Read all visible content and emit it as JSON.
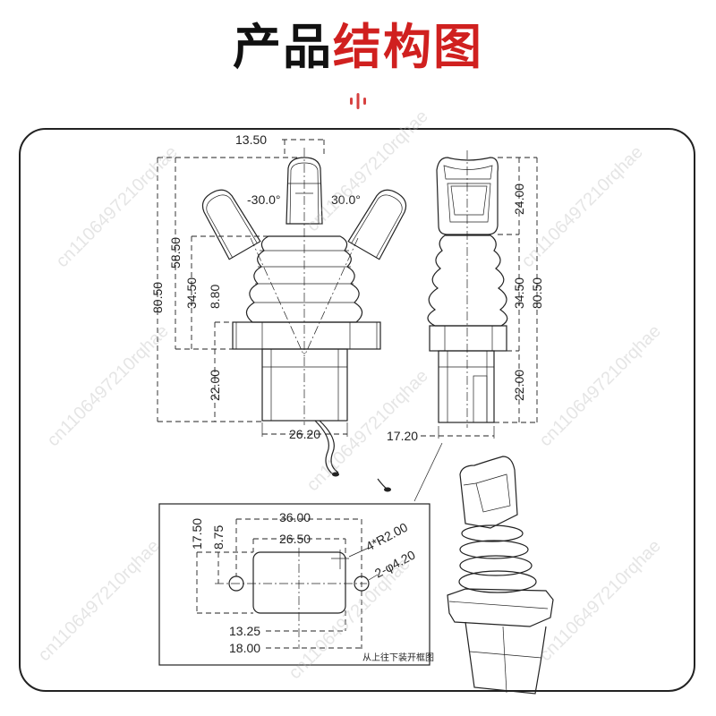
{
  "header": {
    "title_black": "产品",
    "title_red": "结构图",
    "accent_color": "#d0201f"
  },
  "front_view": {
    "top_width": "13.50",
    "angle_left": "-30.0°",
    "angle_right": "30.0°",
    "overall_height": "80.50",
    "height_to_flange": "58.50",
    "bellows_height": "34.50",
    "flange_height": "8.80",
    "body_height": "22.00",
    "body_width": "26.20"
  },
  "side_view": {
    "handle_height": "24.00",
    "bellows_height": "34.50",
    "overall_height": "80.50",
    "body_height": "22.00",
    "body_width": "17.20"
  },
  "cutout_view": {
    "hole_spacing": "36.00",
    "cutout_width": "26.50",
    "corner_radius": "4*R2.00",
    "hole_diameter": "2-φ4.20",
    "cutout_height": "17.50",
    "half_height": "8.75",
    "half_cutout_width": "13.25",
    "half_hole_spacing": "18.00",
    "caption": "从上往下装开框图"
  },
  "watermark": "cn1106497210rqhae",
  "colors": {
    "title_black": "#111111",
    "title_red": "#d0201f",
    "line": "#222222"
  }
}
